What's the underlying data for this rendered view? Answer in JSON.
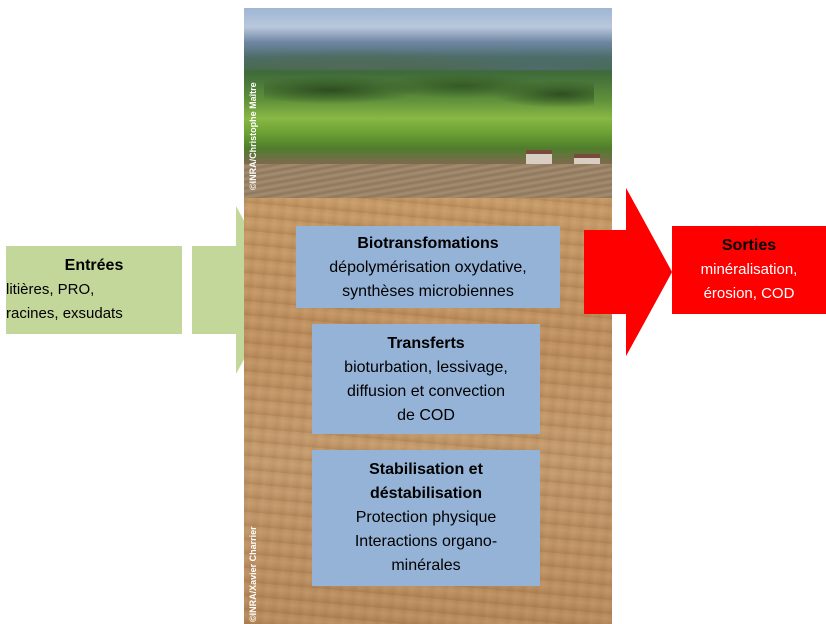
{
  "photo_credits": {
    "top": "©INRA/Christophe Maître",
    "bottom": "©INRA/Xavier Charrier"
  },
  "inputs": {
    "title": "Entrées",
    "line1": "litières, PRO,",
    "line2": "racines, exsudats"
  },
  "processes": [
    {
      "title": "Biotransfomations",
      "lines": [
        "dépolymérisation oxydative,",
        "synthèses microbiennes"
      ]
    },
    {
      "title": "Transferts",
      "lines": [
        "bioturbation, lessivage,",
        "diffusion et convection",
        "de COD"
      ]
    },
    {
      "title": "Stabilisation et",
      "title2": "déstabilisation",
      "lines": [
        "Protection physique",
        "Interactions organo-",
        "minérales"
      ]
    }
  ],
  "outputs": {
    "title": "Sorties",
    "line1": "minéralisation,",
    "line2": "érosion, COD"
  },
  "colors": {
    "input_arrow": "#c4d79b",
    "output_arrow": "#ff0000",
    "process_box": "#95b3d7"
  }
}
